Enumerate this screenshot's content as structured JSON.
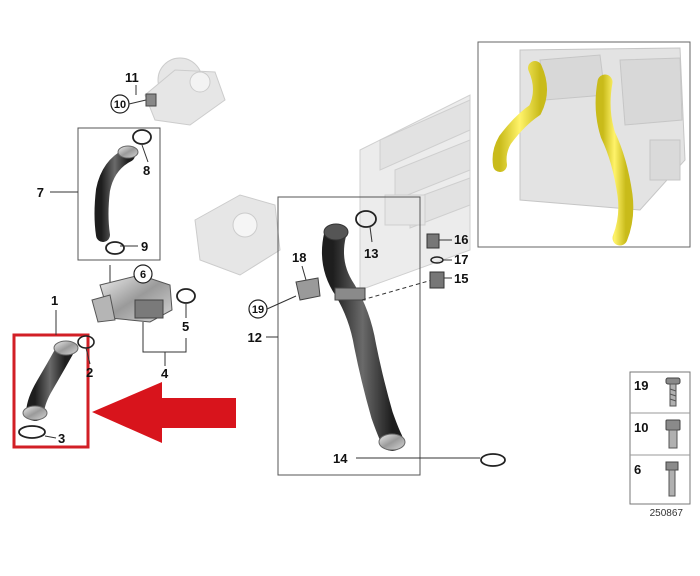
{
  "callouts": {
    "c1": "1",
    "c2": "2",
    "c3": "3",
    "c4": "4",
    "c5": "5",
    "c6": "6",
    "c7": "7",
    "c8": "8",
    "c9": "9",
    "c10": "10",
    "c11": "11",
    "c12": "12",
    "c13": "13",
    "c14": "14",
    "c15": "15",
    "c16": "16",
    "c17": "17",
    "c18": "18",
    "c19": "19"
  },
  "legend": {
    "items": [
      {
        "num": "19",
        "icon": "screw-icon"
      },
      {
        "num": "10",
        "icon": "socket-bolt-icon"
      },
      {
        "num": "6",
        "icon": "hex-bolt-icon"
      }
    ]
  },
  "reference": "250867",
  "colors": {
    "highlight": "#d21f26",
    "arrow": "#d8141c",
    "yellow_part": "#f3e84a",
    "hose": "#3a3a3a",
    "line": "#222222",
    "ghost": "#d9d9d9"
  }
}
